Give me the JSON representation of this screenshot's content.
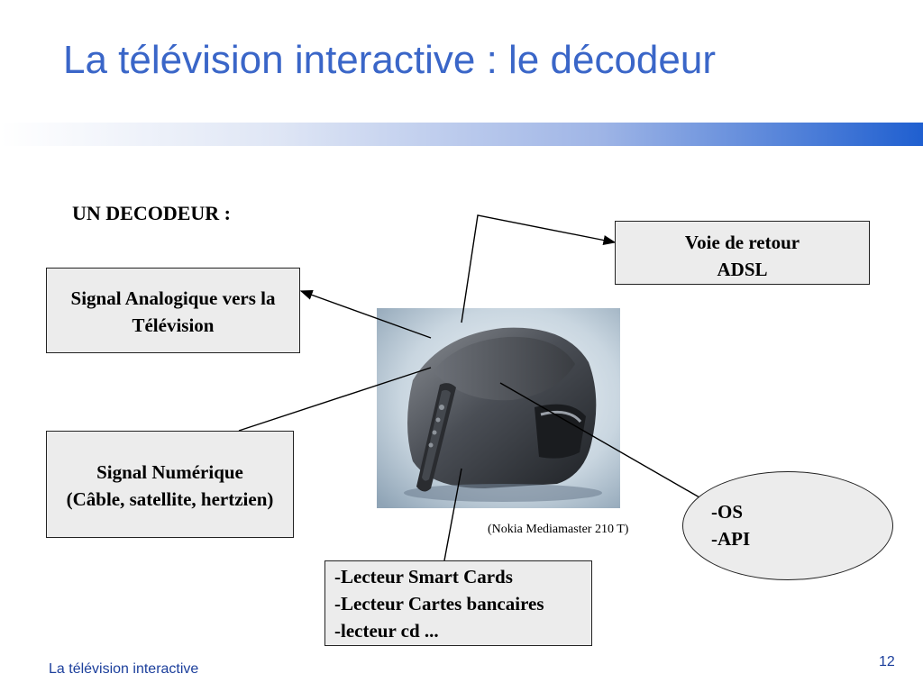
{
  "slide": {
    "title": "La télévision interactive : le décodeur",
    "heading": "UN DECODEUR :",
    "boxes": {
      "voie_retour": [
        "Voie de retour",
        "ADSL"
      ],
      "signal_analogique": [
        "Signal Analogique vers la",
        "Télévision"
      ],
      "signal_numerique": [
        "Signal Numérique",
        "(Câble, satellite, hertzien)"
      ],
      "lecteurs": [
        "-Lecteur Smart Cards",
        "-Lecteur Cartes bancaires",
        "-lecteur cd ..."
      ],
      "os_api": [
        "-OS",
        "-API"
      ]
    },
    "photo_caption": "(Nokia Mediamaster 210 T)",
    "footer": "La télévision interactive",
    "page_number": "12"
  },
  "colors": {
    "title": "#3a66c8",
    "footer": "#1c3f9c",
    "box_fill": "#ececec",
    "bar_end": "#1f5fd0"
  }
}
